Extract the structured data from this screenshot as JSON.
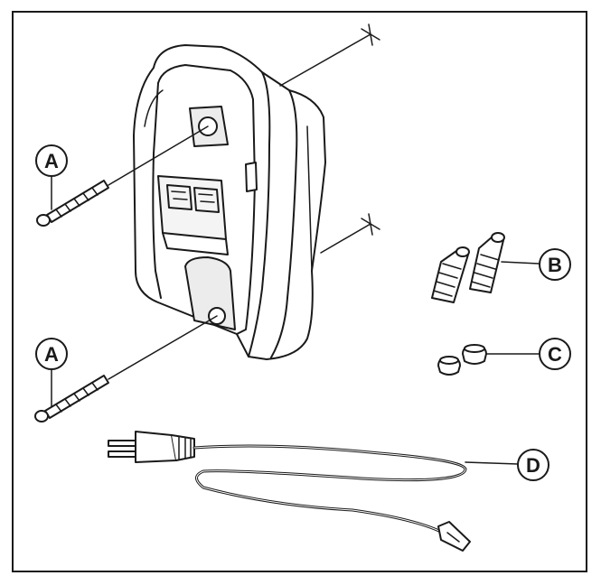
{
  "diagram": {
    "callouts": [
      {
        "id": "A1",
        "label": "A",
        "part": "screw"
      },
      {
        "id": "A2",
        "label": "A",
        "part": "screw"
      },
      {
        "id": "B",
        "label": "B",
        "part": "wall-anchors"
      },
      {
        "id": "C",
        "label": "C",
        "part": "caps"
      },
      {
        "id": "D",
        "label": "D",
        "part": "power-cord"
      }
    ],
    "colors": {
      "stroke": "#1a1a1a",
      "fill": "#ffffff",
      "shade": "#e8e8e8"
    }
  }
}
